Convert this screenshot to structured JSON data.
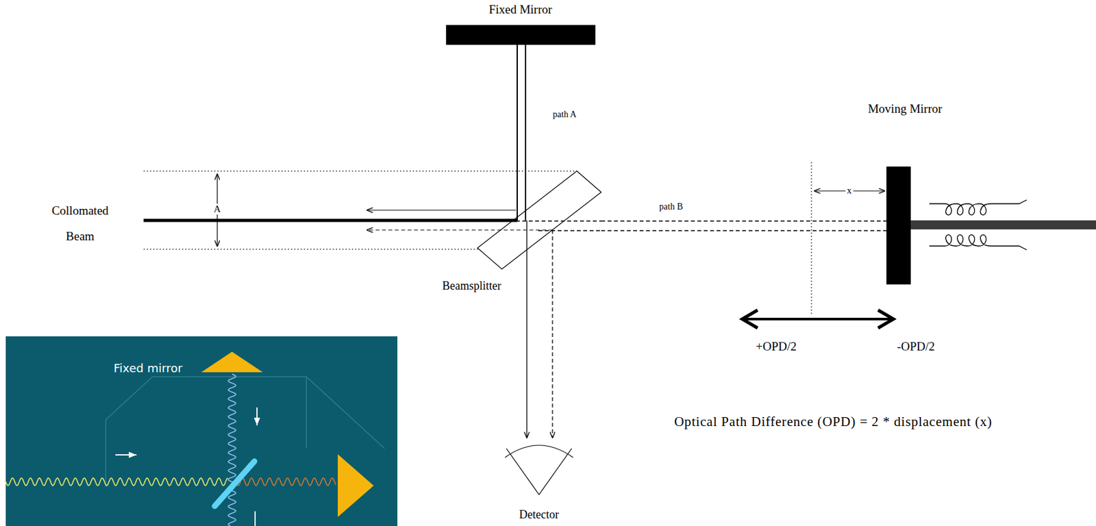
{
  "diagram": {
    "nodes": [
      {
        "text": [
          "Fixed Mirror"
        ]
      },
      {
        "text": [
          "Beamsplitter"
        ]
      },
      {
        "text": [
          "Moving Mirror"
        ]
      },
      {
        "text": [
          "Detector"
        ]
      }
    ],
    "edges": [
      {
        "from": 1,
        "to": 0,
        "label": "path A",
        "arrow": "none"
      },
      {
        "from": 1,
        "to": 2,
        "label": "path B",
        "arrow": "none"
      },
      {
        "from": 1,
        "to": 3,
        "arrow": "to"
      }
    ],
    "labels": [
      "Collomated Beam",
      "A",
      "x",
      "+OPD/2",
      "-OPD/2",
      "Optical Path Difference (OPD) = 2 * displacement (x)",
      "Fixed mirror"
    ]
  }
}
